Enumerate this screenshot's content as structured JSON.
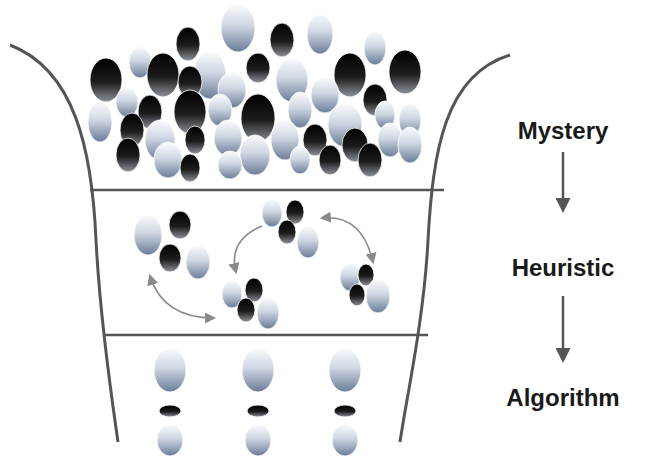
{
  "diagram": {
    "labels": [
      "Mystery",
      "Heuristic",
      "Algorithm"
    ]
  }
}
